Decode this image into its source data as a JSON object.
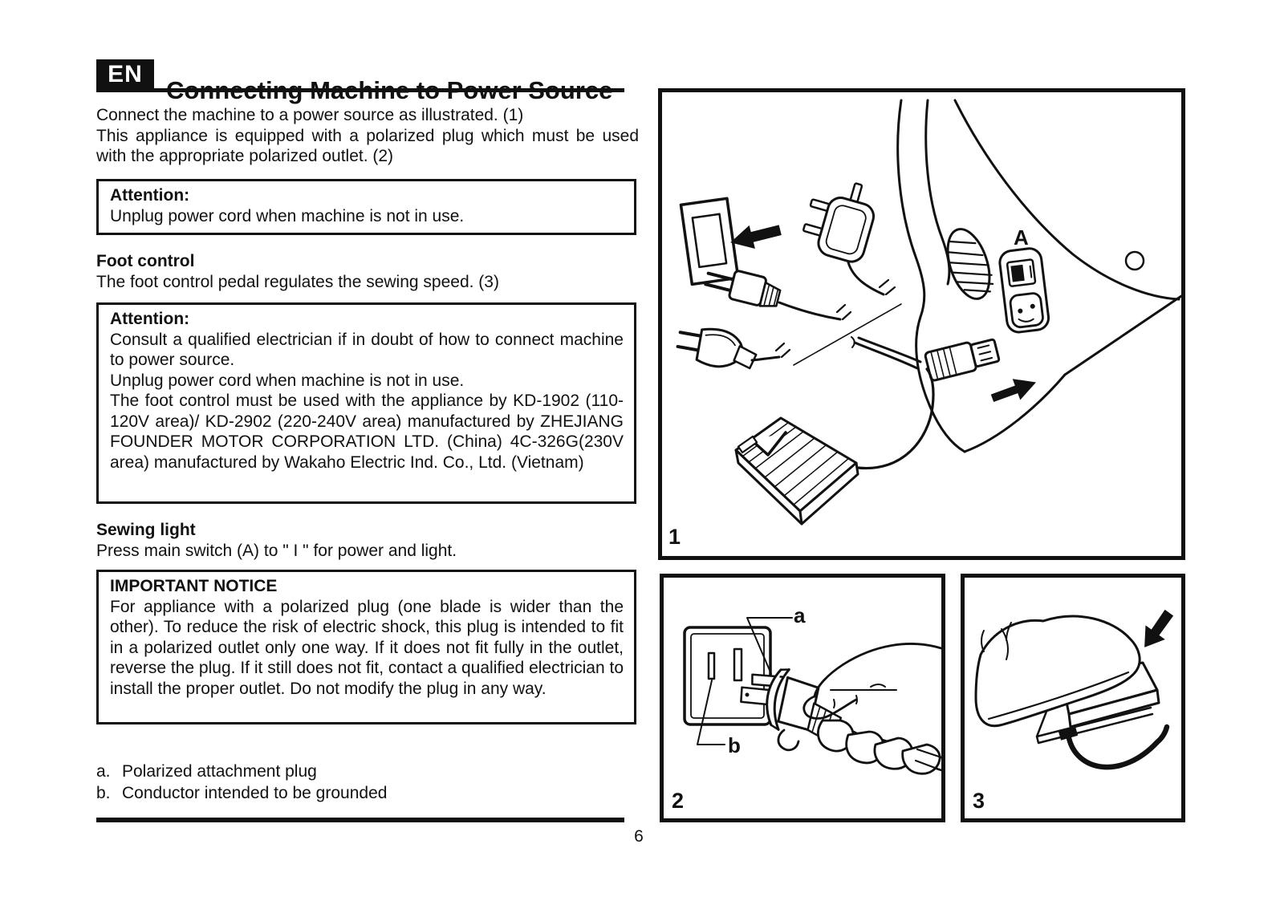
{
  "page": {
    "number": "6"
  },
  "header": {
    "lang_badge": "EN",
    "title": "Connecting Machine to Power Source"
  },
  "intro": {
    "p1": "Connect the machine to a power source as illustrated. (1)",
    "p2": "This appliance is equipped with a polarized plug which must be used with the appropriate polarized outlet. (2)"
  },
  "attention_1": {
    "title": "Attention:",
    "body": "Unplug power cord when machine is not in use."
  },
  "foot_control": {
    "heading": "Foot control",
    "body": "The foot control pedal regulates the sewing speed. (3)"
  },
  "attention_2": {
    "title": "Attention:",
    "paragraphs": [
      "Consult a qualified electrician if in doubt of how to connect machine to power source.",
      "Unplug power cord when machine is not in use.",
      "The foot control must be used with the appliance by KD-1902 (110-120V area)/ KD-2902 (220-240V area) manufactured by ZHEJIANG FOUNDER MOTOR CORPORATION LTD. (China) 4C-326G(230V area) manufactured by Wakaho Electric Ind. Co., Ltd. (Vietnam)"
    ]
  },
  "sewing_light": {
    "heading": "Sewing light",
    "body": "Press main switch (A) to \" I \" for power and light."
  },
  "important_notice": {
    "title": "IMPORTANT NOTICE",
    "body": "For appliance with a polarized plug (one blade is wider than the other). To reduce the risk of electric shock, this plug is intended to fit in a polarized outlet only one way. If it does not fit fully in the outlet, reverse the plug. If it still does not fit, contact a qualified electrician to install the proper outlet. Do not modify the plug in any way."
  },
  "legend": {
    "items": [
      {
        "key": "a.",
        "text": "Polarized attachment plug"
      },
      {
        "key": "b.",
        "text": "Conductor intended to be grounded"
      }
    ]
  },
  "figures": {
    "fig1": {
      "number": "1",
      "switch_label": "A"
    },
    "fig2": {
      "number": "2",
      "label_a": "a",
      "label_b": "b"
    },
    "fig3": {
      "number": "3"
    }
  },
  "colors": {
    "ink": "#111111",
    "paper": "#ffffff"
  }
}
